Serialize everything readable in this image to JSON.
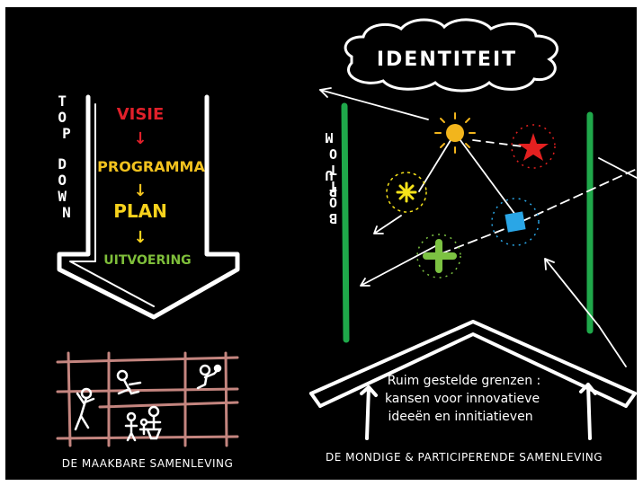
{
  "left": {
    "vertical_label_1": "TOP",
    "vertical_label_2": "DOWN",
    "steps": [
      "VISIE",
      "PROGRAMMA",
      "PLAN",
      "UITVOERING"
    ],
    "step_colors": [
      "#e0202a",
      "#f2c21e",
      "#f7d21c",
      "#7fbf3a"
    ],
    "arrow_glyph": "↓",
    "caption": "DE MAAKBARE SAMENLEVING"
  },
  "right": {
    "cloud_label": "IDENTITEIT",
    "vertical_label_1": "BOTTOM",
    "vertical_label_2": "UP",
    "note_lines": [
      "Ruim gestelde grenzen :",
      "kansen voor innovatieve",
      "ideeën en innitiatieven"
    ],
    "caption": "DE MONDIGE & PARTICIPERENDE SAMENLEVING",
    "colors": {
      "pillar": "#1fa84a",
      "sun": "#f2b51c",
      "star": "#e32020",
      "burst": "#f6e21a",
      "square": "#2aa6e6",
      "plus": "#7cc242"
    }
  }
}
